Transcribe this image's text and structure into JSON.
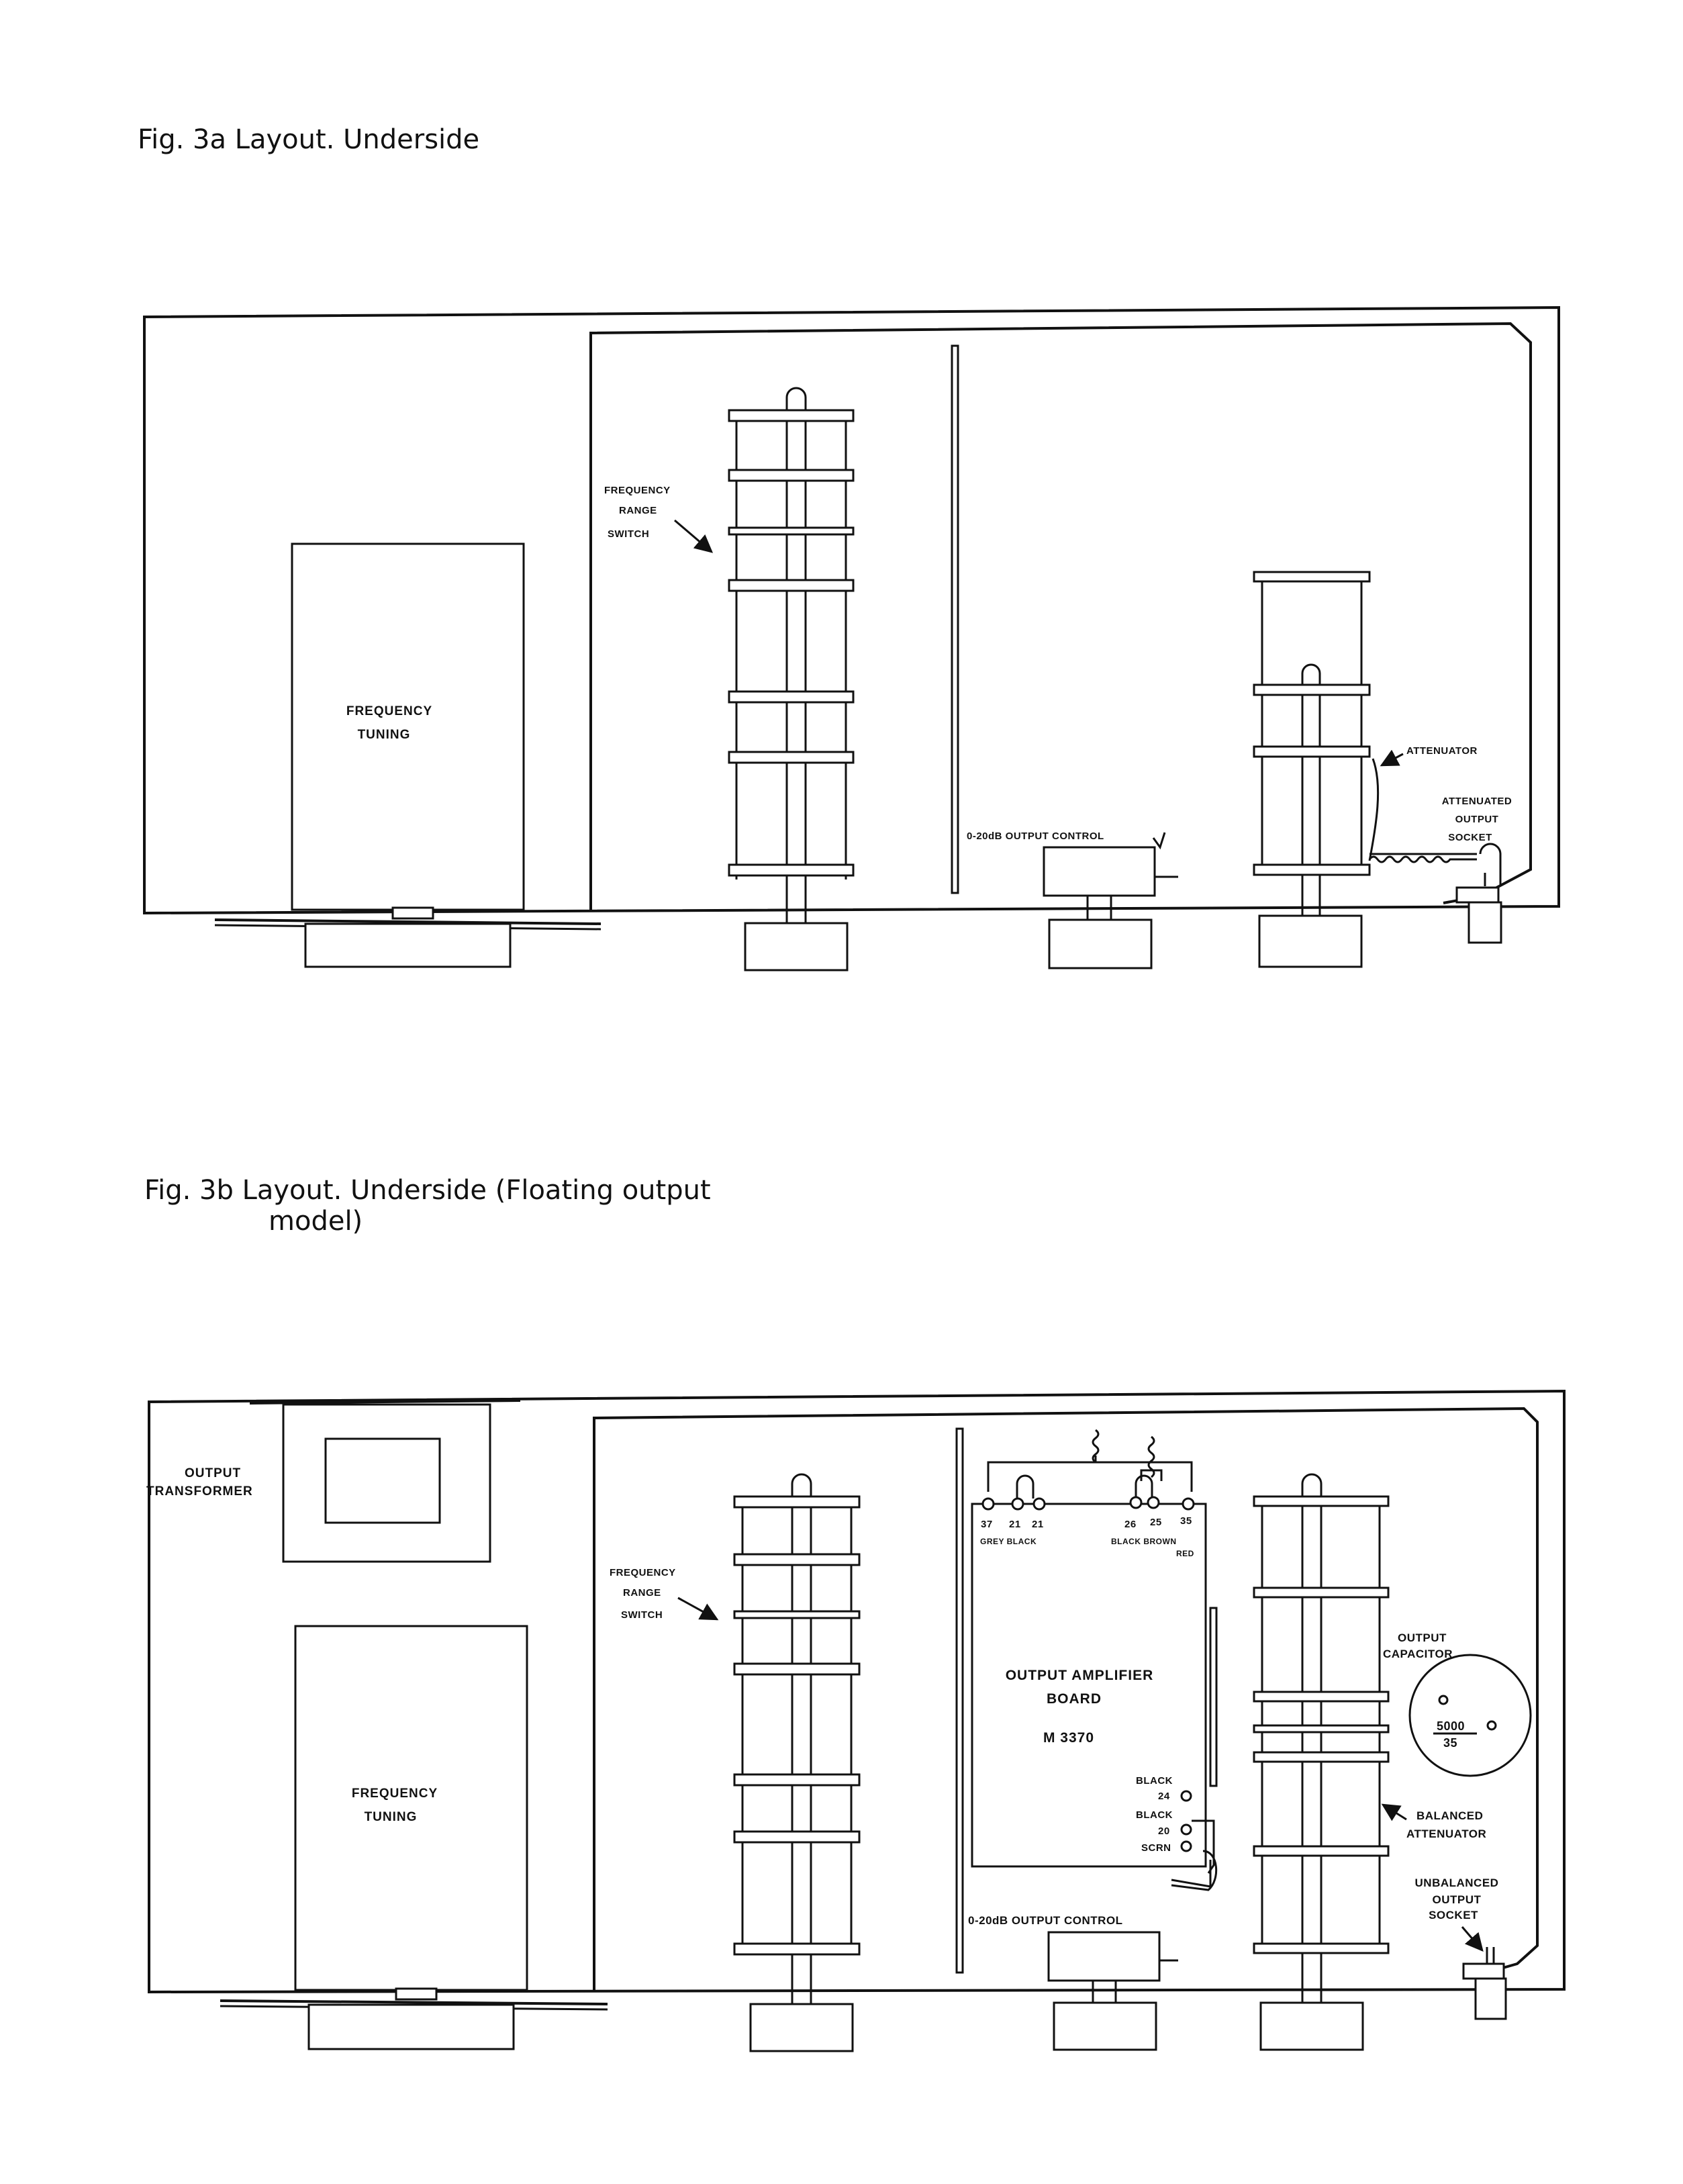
{
  "fig3a": {
    "caption": "Fig. 3a  Layout. Underside",
    "labels": {
      "freq_range_1": "FREQUENCY",
      "freq_range_2": "RANGE",
      "freq_range_3": "SWITCH",
      "freq_tuning_1": "FREQUENCY",
      "freq_tuning_2": "TUNING",
      "output_control": "0-20dB OUTPUT CONTROL",
      "attenuator": "ATTENUATOR",
      "att_socket_1": "ATTENUATED",
      "att_socket_2": "OUTPUT",
      "att_socket_3": "SOCKET"
    }
  },
  "fig3b": {
    "caption_line1": "Fig. 3b  Layout. Underside (Floating output",
    "caption_line2": "model)",
    "labels": {
      "out_trans_1": "OUTPUT",
      "out_trans_2": "TRANSFORMER",
      "freq_range_1": "FREQUENCY",
      "freq_range_2": "RANGE",
      "freq_range_3": "SWITCH",
      "freq_tuning_1": "FREQUENCY",
      "freq_tuning_2": "TUNING",
      "amp_board_1": "OUTPUT  AMPLIFIER",
      "amp_board_2": "BOARD",
      "amp_board_3": "M 3370",
      "term_37": "37",
      "term_21a": "21",
      "term_21b": "21",
      "term_26": "26",
      "term_25": "25",
      "term_35": "35",
      "grey_black": "GREY BLACK",
      "black_brown": "BLACK BROWN",
      "red": "RED",
      "black_24a": "BLACK",
      "black_24b": "24",
      "black_20a": "BLACK",
      "black_20b": "20",
      "scrn": "SCRN",
      "output_control": "0-20dB OUTPUT CONTROL",
      "out_cap_1": "OUTPUT",
      "out_cap_2": "CAPACITOR",
      "cap_value": "5000",
      "cap_voltage": "35",
      "bal_att_1": "BALANCED",
      "bal_att_2": "ATTENUATOR",
      "unbal_1": "UNBALANCED",
      "unbal_2": "OUTPUT",
      "unbal_3": "SOCKET"
    }
  }
}
